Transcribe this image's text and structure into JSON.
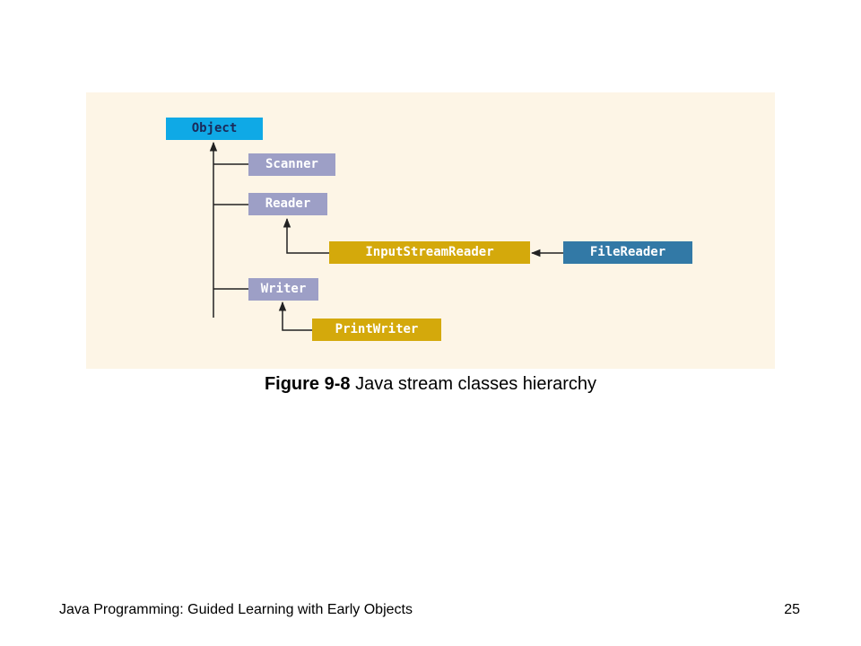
{
  "diagram": {
    "classes": {
      "object": {
        "label": "Object",
        "fill": "#0fa9e6",
        "text_color": "#1b2a5a"
      },
      "scanner": {
        "label": "Scanner",
        "fill": "#9d9fc6",
        "text_color": "#ffffff"
      },
      "reader": {
        "label": "Reader",
        "fill": "#9d9fc6",
        "text_color": "#ffffff"
      },
      "input_stream_reader": {
        "label": "InputStreamReader",
        "fill": "#d4a90b",
        "text_color": "#ffffff"
      },
      "file_reader": {
        "label": "FileReader",
        "fill": "#3279a6",
        "text_color": "#ffffff"
      },
      "writer": {
        "label": "Writer",
        "fill": "#9d9fc6",
        "text_color": "#ffffff"
      },
      "print_writer": {
        "label": "PrintWriter",
        "fill": "#d4a90b",
        "text_color": "#ffffff"
      }
    },
    "inheritance": [
      {
        "child": "Scanner",
        "parent": "Object"
      },
      {
        "child": "Reader",
        "parent": "Object"
      },
      {
        "child": "Writer",
        "parent": "Object"
      },
      {
        "child": "InputStreamReader",
        "parent": "Reader"
      },
      {
        "child": "FileReader",
        "parent": "InputStreamReader"
      },
      {
        "child": "PrintWriter",
        "parent": "Writer"
      }
    ],
    "panel_color": "#fdf5e6",
    "line_color": "#222222"
  },
  "caption": {
    "number": "Figure 9-8",
    "text": " Java stream classes hierarchy"
  },
  "footer": {
    "title": "Java Programming: Guided Learning with Early Objects",
    "page": "25"
  }
}
